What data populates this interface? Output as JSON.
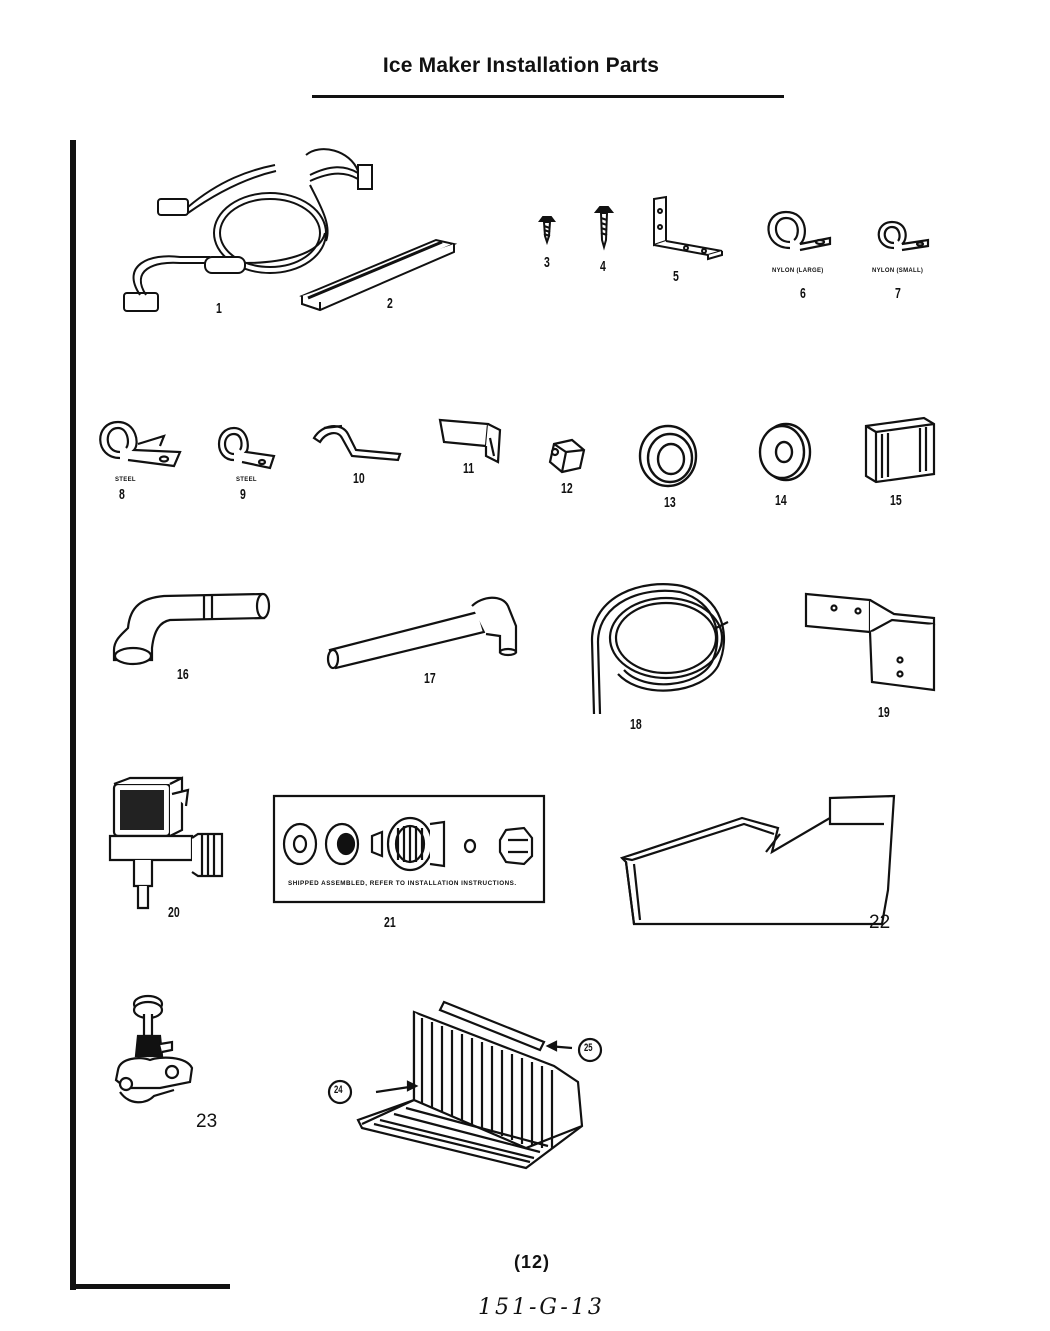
{
  "title": "Ice Maker Installation Parts",
  "page_number": "(12)",
  "handwritten_code": "151-G-13",
  "kit_note": "SHIPPED ASSEMBLED, REFER TO INSTALLATION INSTRUCTIONS.",
  "parts": [
    {
      "number": "1"
    },
    {
      "number": "2"
    },
    {
      "number": "3"
    },
    {
      "number": "4"
    },
    {
      "number": "5"
    },
    {
      "number": "6",
      "caption": "NYLON (LARGE)"
    },
    {
      "number": "7",
      "caption": "NYLON (SMALL)"
    },
    {
      "number": "8",
      "caption": "STEEL"
    },
    {
      "number": "9",
      "caption": "STEEL"
    },
    {
      "number": "10"
    },
    {
      "number": "11"
    },
    {
      "number": "12"
    },
    {
      "number": "13"
    },
    {
      "number": "14"
    },
    {
      "number": "15"
    },
    {
      "number": "16"
    },
    {
      "number": "17"
    },
    {
      "number": "18"
    },
    {
      "number": "19"
    },
    {
      "number": "20"
    },
    {
      "number": "21"
    },
    {
      "number": "22"
    },
    {
      "number": "23"
    },
    {
      "number": "24"
    },
    {
      "number": "25"
    }
  ]
}
